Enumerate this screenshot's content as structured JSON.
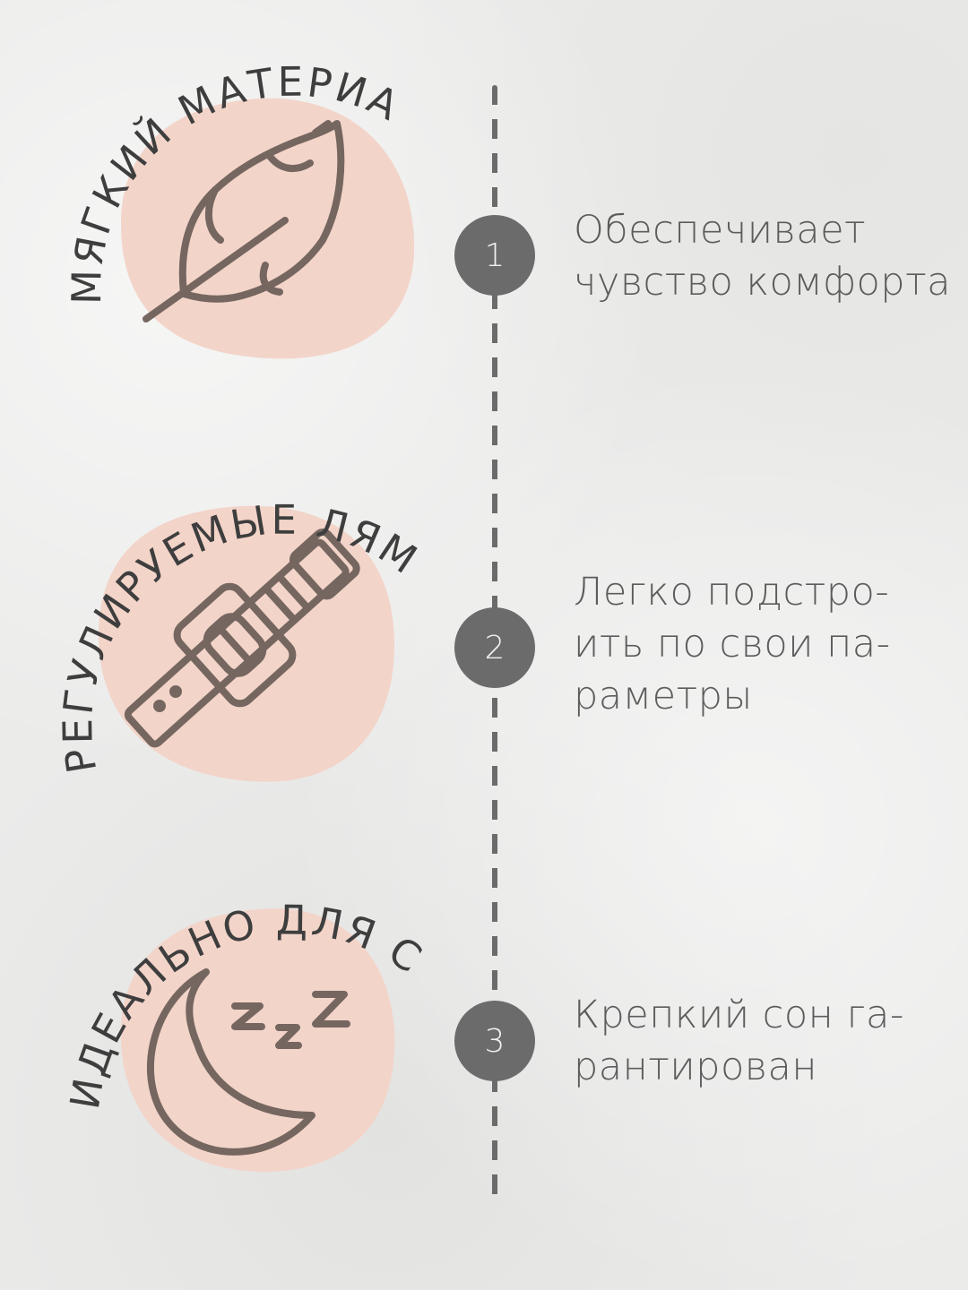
{
  "colors": {
    "background": "#ebebea",
    "blob": "#f3d4c9",
    "icon_stroke": "#756660",
    "timeline": "#6b6b6b",
    "text": "#5c5c5c"
  },
  "features": [
    {
      "title": "МЯГКИЙ МАТЕРИАЛ",
      "number": "1",
      "description": "Обеспечивает\nчувство комфорта",
      "icon": "feather-icon"
    },
    {
      "title": "РЕГУЛИРУЕМЫЕ ЛЯМКИ",
      "number": "2",
      "description": "Легко подстро-\nить по свои па-\nраметры",
      "icon": "strap-buckle-icon"
    },
    {
      "title": "ИДЕАЛЬНО ДЛЯ СНА",
      "number": "3",
      "description": "Крепкий сон га-\nрантирован",
      "icon": "moon-sleep-icon"
    }
  ]
}
